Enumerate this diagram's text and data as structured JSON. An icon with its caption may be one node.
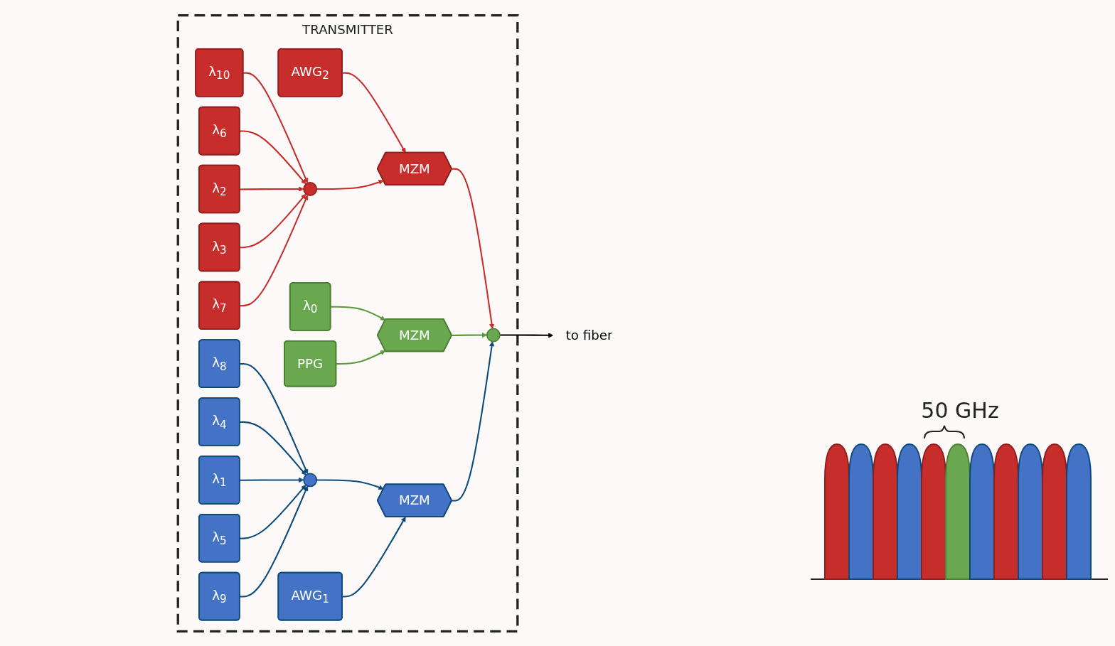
{
  "diagram": {
    "nodes": [
      {
        "text": [
          "TRANSMITTER"
        ]
      },
      {
        "text": [
          "λ$_{10}$"
        ],
        "in": 0
      },
      {
        "text": [
          "λ$_{8}$"
        ],
        "in": 0
      },
      {
        "text": [
          "λ$_{6}$"
        ],
        "in": 0
      },
      {
        "text": [
          "λ$_{4}$"
        ],
        "in": 0
      },
      {
        "text": [
          "λ$_{2}$"
        ],
        "in": 0
      },
      {
        "text": [
          "λ$_{0}$"
        ],
        "in": 0
      },
      {
        "text": [
          "λ$_{1}$"
        ],
        "in": 0
      },
      {
        "text": [
          "λ$_{3}$"
        ],
        "in": 0
      },
      {
        "text": [
          "λ$_{5}$"
        ],
        "in": 0
      },
      {
        "text": [
          "λ$_{7}$"
        ],
        "in": 0
      },
      {
        "text": [
          "λ$_{9}$"
        ],
        "in": 0
      },
      {
        "text": [
          "AWG$_{2}$"
        ],
        "in": 0
      },
      {
        "text": [],
        "shape": "circle",
        "in": 0
      },
      {
        "text": [
          "MZM"
        ],
        "in": 0
      },
      {
        "text": [
          "MZM"
        ],
        "in": 0
      },
      {
        "text": [],
        "shape": "circle",
        "in": 0
      },
      {
        "text": [
          "MZM"
        ],
        "in": 0
      },
      {
        "text": [
          "PPG"
        ],
        "in": 0
      },
      {
        "text": [
          "AWG$_{1}$"
        ],
        "in": 0
      },
      {
        "text": [],
        "shape": "circle",
        "in": 0
      },
      {
        "text": [
          "to fiber"
        ]
      }
    ],
    "edges": [
      {
        "from": 1,
        "to": 13,
        "arrow": "to",
        "color": "#c62d2b"
      },
      {
        "from": 2,
        "to": 16,
        "arrow": "to",
        "color": "#0b4a7d"
      },
      {
        "from": 3,
        "to": 13,
        "arrow": "to",
        "color": "#c62d2b"
      },
      {
        "from": 4,
        "to": 16,
        "arrow": "to",
        "color": "#0b4a7d"
      },
      {
        "from": 5,
        "to": 13,
        "arrow": "to",
        "color": "#c62d2b"
      },
      {
        "from": 6,
        "to": 15,
        "arrow": "to",
        "color": "#5a9a3a"
      },
      {
        "from": 7,
        "to": 16,
        "arrow": "to",
        "color": "#0b4a7d"
      },
      {
        "from": 8,
        "to": 13,
        "arrow": "to",
        "color": "#c62d2b"
      },
      {
        "from": 9,
        "to": 16,
        "arrow": "to",
        "color": "#0b4a7d"
      },
      {
        "from": 10,
        "to": 13,
        "arrow": "to",
        "color": "#c62d2b"
      },
      {
        "from": 11,
        "to": 16,
        "arrow": "to",
        "color": "#0b4a7d"
      },
      {
        "from": 12,
        "to": 14,
        "arrow": "to",
        "color": "#c62d2b"
      },
      {
        "from": 13,
        "to": 14,
        "arrow": "to",
        "color": "#c62d2b"
      },
      {
        "from": 16,
        "to": 17,
        "arrow": "to",
        "color": "#0b4a7d"
      },
      {
        "from": 19,
        "to": 17,
        "arrow": "to",
        "color": "#0b4a7d"
      },
      {
        "from": 18,
        "to": 15,
        "arrow": "to",
        "color": "#5a9a3a"
      },
      {
        "from": 14,
        "to": 20,
        "arrow": "to",
        "color": "#c62d2b"
      },
      {
        "from": 15,
        "to": 20,
        "arrow": "to",
        "color": "#5a9a3a"
      },
      {
        "from": 17,
        "to": 20,
        "arrow": "to",
        "color": "#0b4a7d"
      },
      {
        "from": 20,
        "to": 21,
        "arrow": "to",
        "color": "#000000"
      }
    ],
    "labels": [
      "50 GHz"
    ]
  }
}
